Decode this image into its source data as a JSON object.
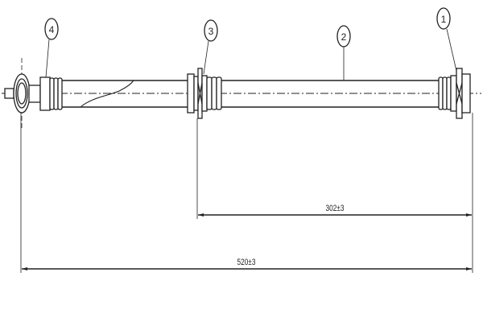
{
  "balloons": [
    {
      "id": "4",
      "label": "4"
    },
    {
      "id": "3",
      "label": "3"
    },
    {
      "id": "2",
      "label": "2"
    },
    {
      "id": "1",
      "label": "1"
    }
  ],
  "dimensions": {
    "partial": "302±3",
    "overall": "520±3"
  },
  "colors": {
    "line": "#222222",
    "background": "#ffffff"
  }
}
